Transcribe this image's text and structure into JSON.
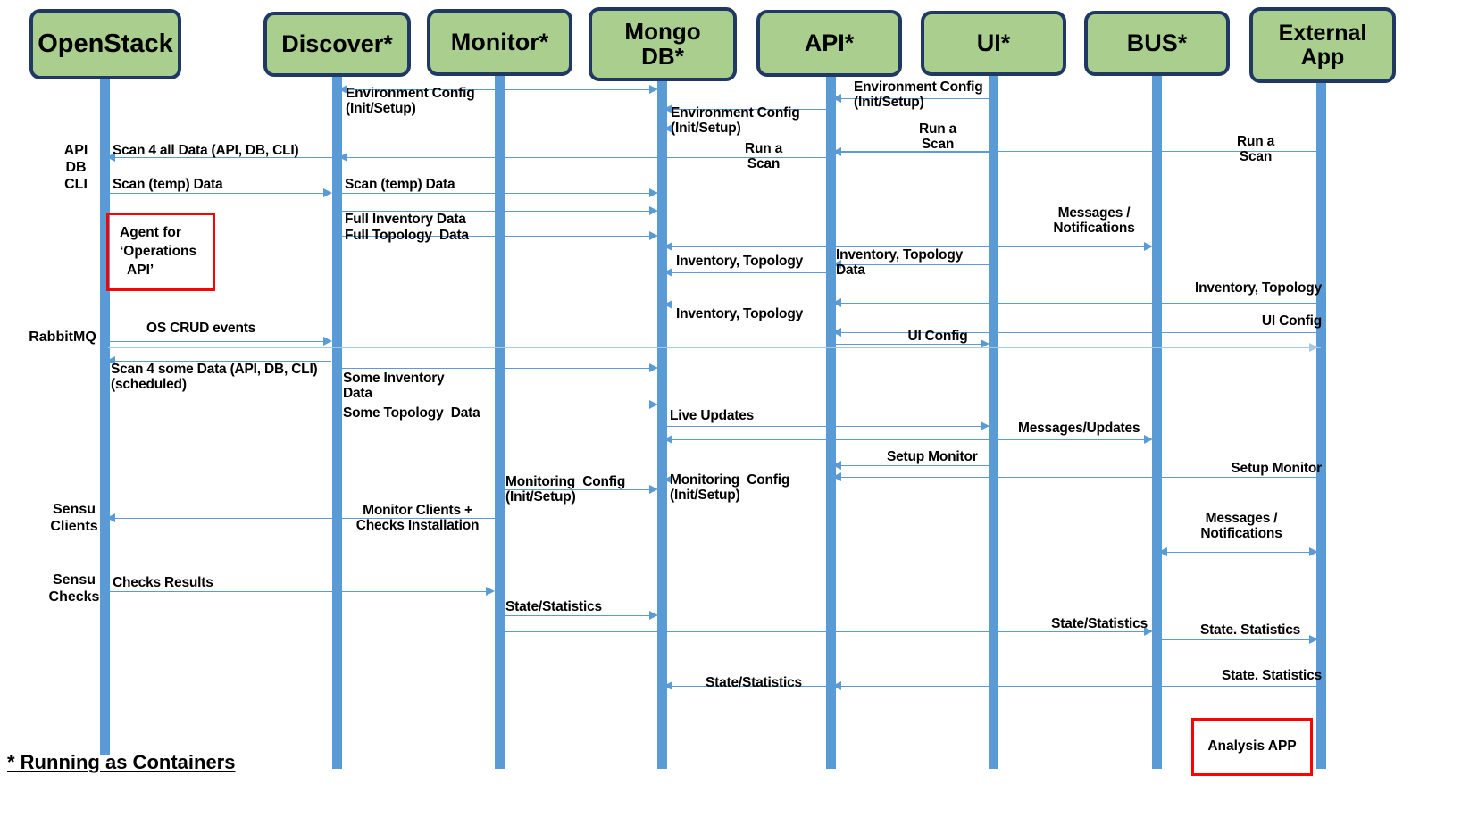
{
  "diagram": {
    "title": "Sequence diagram of scanning, monitoring and data flow between components",
    "footnote": "* Running as Containers",
    "colors": {
      "actor_fill": "#A9CE8E",
      "actor_border": "#1F3864",
      "lifeline": "#5B9BD5",
      "message_line": "#5B9BD5",
      "message_line_faint": "#A8C8E8",
      "callout_border": "#FF0000",
      "text": "#000000",
      "background": "#FFFFFF"
    },
    "actors": [
      {
        "id": "openstack",
        "label": "OpenStack",
        "line1": "OpenStack",
        "line2": ""
      },
      {
        "id": "discover",
        "label": "Discover*",
        "line1": "Discover*",
        "line2": ""
      },
      {
        "id": "monitor",
        "label": "Monitor*",
        "line1": "Monitor*",
        "line2": ""
      },
      {
        "id": "mongodb",
        "label": "Mongo DB*",
        "line1": "Mongo",
        "line2": "DB*"
      },
      {
        "id": "api",
        "label": "API*",
        "line1": "API*",
        "line2": ""
      },
      {
        "id": "ui",
        "label": "UI*",
        "line1": "UI*",
        "line2": ""
      },
      {
        "id": "bus",
        "label": "BUS*",
        "line1": "BUS*",
        "line2": ""
      },
      {
        "id": "externalapp",
        "label": "External App",
        "line1": "External",
        "line2": "App"
      }
    ],
    "side_labels": [
      {
        "id": "api-db-cli",
        "text": "API\nDB\nCLI"
      },
      {
        "id": "rabbitmq",
        "text": "RabbitMQ"
      },
      {
        "id": "sensu-clients",
        "text": "Sensu\nClients"
      },
      {
        "id": "sensu-checks",
        "text": "Sensu\nChecks"
      }
    ],
    "callouts": [
      {
        "id": "agent-operations-api",
        "text": "Agent for\n‘Operations\n  API’"
      },
      {
        "id": "analysis-app",
        "text": "Analysis APP"
      }
    ],
    "messages": [
      {
        "id": "m01",
        "text": "Environment Config\n(Init/Setup)"
      },
      {
        "id": "m02",
        "text": "Environment Config\n(Init/Setup)"
      },
      {
        "id": "m03",
        "text": "Environment Config\n(Init/Setup)"
      },
      {
        "id": "m04",
        "text": "Scan 4 all Data (API, DB, CLI)"
      },
      {
        "id": "m05",
        "text": "Run a\nScan"
      },
      {
        "id": "m06",
        "text": "Run a\nScan"
      },
      {
        "id": "m07",
        "text": "Run a\nScan"
      },
      {
        "id": "m08",
        "text": "Scan (temp) Data"
      },
      {
        "id": "m09",
        "text": "Scan (temp) Data"
      },
      {
        "id": "m10",
        "text": "Full Inventory Data"
      },
      {
        "id": "m11",
        "text": "Full Topology  Data"
      },
      {
        "id": "m12",
        "text": "Messages /\nNotifications"
      },
      {
        "id": "m13",
        "text": "Inventory, Topology"
      },
      {
        "id": "m14",
        "text": "Inventory, Topology\nData"
      },
      {
        "id": "m15",
        "text": "Inventory, Topology"
      },
      {
        "id": "m16",
        "text": "Inventory, Topology"
      },
      {
        "id": "m17",
        "text": "UI Config"
      },
      {
        "id": "m18",
        "text": "UI Config"
      },
      {
        "id": "m19",
        "text": "OS CRUD events"
      },
      {
        "id": "m20",
        "text": "Scan 4 some Data (API, DB, CLI)\n(scheduled)"
      },
      {
        "id": "m21",
        "text": "Some Inventory\nData"
      },
      {
        "id": "m22",
        "text": "Some Topology  Data"
      },
      {
        "id": "m23",
        "text": "Live Updates"
      },
      {
        "id": "m24",
        "text": "Messages/Updates"
      },
      {
        "id": "m25",
        "text": "Setup Monitor"
      },
      {
        "id": "m26",
        "text": "Setup Monitor"
      },
      {
        "id": "m27",
        "text": "Monitoring  Config\n(Init/Setup)"
      },
      {
        "id": "m28",
        "text": "Monitoring  Config\n(Init/Setup)"
      },
      {
        "id": "m29",
        "text": "Monitor Clients +\nChecks Installation"
      },
      {
        "id": "m30",
        "text": "Messages /\nNotifications"
      },
      {
        "id": "m31",
        "text": "Checks Results"
      },
      {
        "id": "m32",
        "text": "State/Statistics"
      },
      {
        "id": "m33",
        "text": "State/Statistics"
      },
      {
        "id": "m34",
        "text": "State. Statistics"
      },
      {
        "id": "m35",
        "text": "State. Statistics"
      },
      {
        "id": "m36",
        "text": "State/Statistics"
      }
    ]
  }
}
